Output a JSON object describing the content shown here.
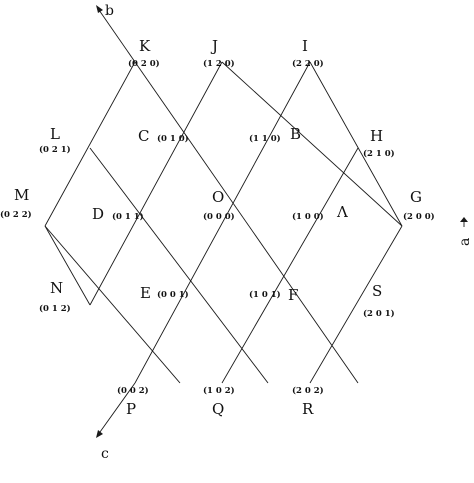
{
  "axes": {
    "b": "b",
    "c": "c",
    "a": "a"
  },
  "points": {
    "K": {
      "letter": "K",
      "index": "(0 2 0)"
    },
    "J": {
      "letter": "J",
      "index": "(1 2 0)"
    },
    "I": {
      "letter": "I",
      "index": "(2 2 0)"
    },
    "L": {
      "letter": "L",
      "index": "(0 2 1)"
    },
    "C": {
      "letter": "C",
      "index": "(0 1 0)"
    },
    "B": {
      "letter": "B",
      "index": "(1 1 0)"
    },
    "H": {
      "letter": "H",
      "index": "(2 1 0)"
    },
    "M": {
      "letter": "M",
      "index": "(0 2 2)"
    },
    "D": {
      "letter": "D",
      "index": "(0 1 1)"
    },
    "O": {
      "letter": "O",
      "index": "(0 0 0)"
    },
    "Lambda": {
      "letter": "Λ",
      "index": "(1 0 0)"
    },
    "G": {
      "letter": "G",
      "index": "(2 0 0)"
    },
    "N": {
      "letter": "N",
      "index": "(0 1 2)"
    },
    "E": {
      "letter": "E",
      "index": "(0 0 1)"
    },
    "F": {
      "letter": "F",
      "index": "(1 0 1)"
    },
    "S": {
      "letter": "S",
      "index": "(2 0 1)"
    },
    "P": {
      "letter": "P",
      "index": "(0 0 2)"
    },
    "Q": {
      "letter": "Q",
      "index": "(1 0 2)"
    },
    "R": {
      "letter": "R",
      "index": "(2 0 2)"
    }
  }
}
